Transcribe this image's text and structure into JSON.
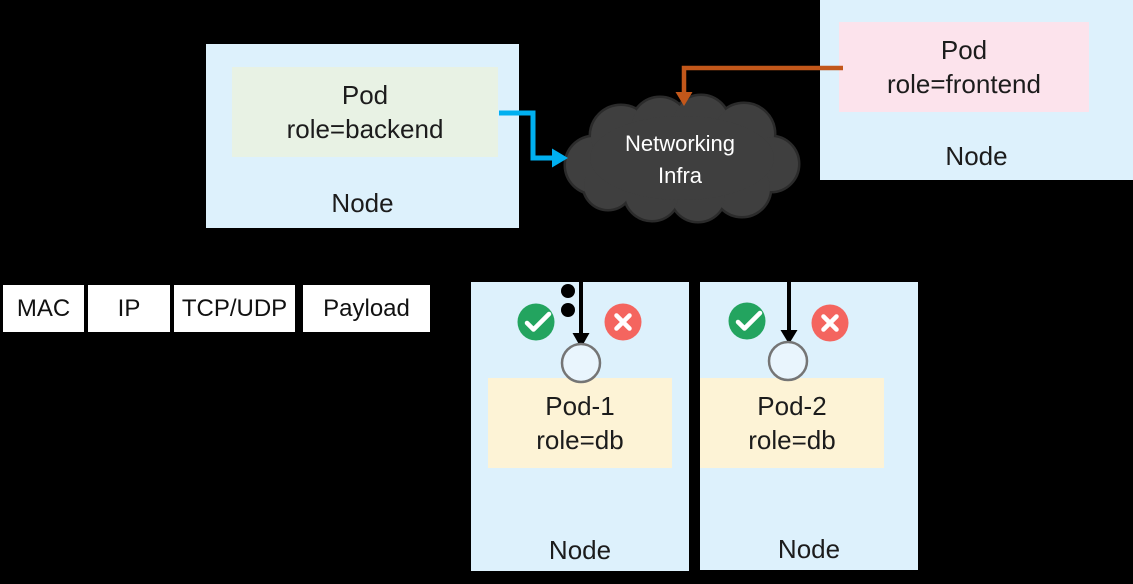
{
  "cloud": {
    "line1": "Networking",
    "line2": "Infra"
  },
  "nodes": {
    "top_left": {
      "label": "Node",
      "pod": {
        "name": "Pod",
        "selector": "role=backend"
      }
    },
    "top_right": {
      "label": "Node",
      "pod": {
        "name": "Pod",
        "selector": "role=frontend"
      }
    },
    "bottom_left": {
      "label": "Node",
      "pod": {
        "name": "Pod-1",
        "selector": "role=db"
      }
    },
    "bottom_right": {
      "label": "Node",
      "pod": {
        "name": "Pod-2",
        "selector": "role=db"
      }
    }
  },
  "packet": {
    "segments": [
      "MAC",
      "IP",
      "TCP/UDP",
      "Payload"
    ]
  },
  "icons": {
    "allow": "check-icon (white check in green circle)",
    "deny": "cross-icon (white x in red circle)",
    "ingress_point": "open-circle pod network endpoint",
    "traffic": "black arrow with dotted packet trail"
  },
  "colors": {
    "background": "#000000",
    "node_fill": "#ddf1fc",
    "pod_backend_fill": "#e8f2e4",
    "pod_frontend_fill": "#fce3ec",
    "pod_db_fill": "#fdf3d6",
    "cloud_fill": "#3f3f3f",
    "cloud_outline": "#2b2b2b",
    "arrow_blue": "#00b0f0",
    "arrow_orange": "#c2571a",
    "check_green": "#23a45f",
    "cross_red": "#f4655f"
  }
}
